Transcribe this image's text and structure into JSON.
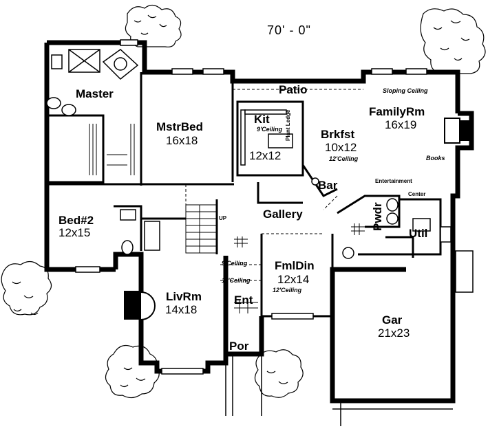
{
  "plan": {
    "overall_width": "70' - 0\"",
    "rooms": {
      "master": "Master",
      "mstrbed": {
        "name": "MstrBed",
        "size": "16x18"
      },
      "patio": "Patio",
      "kit": {
        "name": "Kit",
        "size": "12x12",
        "ceiling": "9'Ceiling"
      },
      "plant_ledge": "Plant Ledge",
      "brkfst": {
        "name": "Brkfst",
        "size": "10x12",
        "ceiling": "12'Ceiling"
      },
      "familyrm": {
        "name": "FamilyRm",
        "size": "16x19",
        "ceiling": "Sloping Ceiling"
      },
      "books": "Books",
      "entertainment": "Entertainment",
      "center": "Center",
      "bar": "Bar",
      "gallery": "Gallery",
      "up": "UP",
      "pwdr": "Pwdr",
      "util": "Util",
      "bed2": {
        "name": "Bed#2",
        "size": "12x15"
      },
      "fmldin": {
        "name": "FmlDin",
        "size": "12x14",
        "ceiling": "12'Ceiling"
      },
      "ceiling_9": "9'Ceiling",
      "ceiling_11": "11'Ceiling",
      "livrm": {
        "name": "LivRm",
        "size": "14x18"
      },
      "ent": "Ent",
      "gar": {
        "name": "Gar",
        "size": "21x23"
      },
      "por": "Por"
    }
  }
}
